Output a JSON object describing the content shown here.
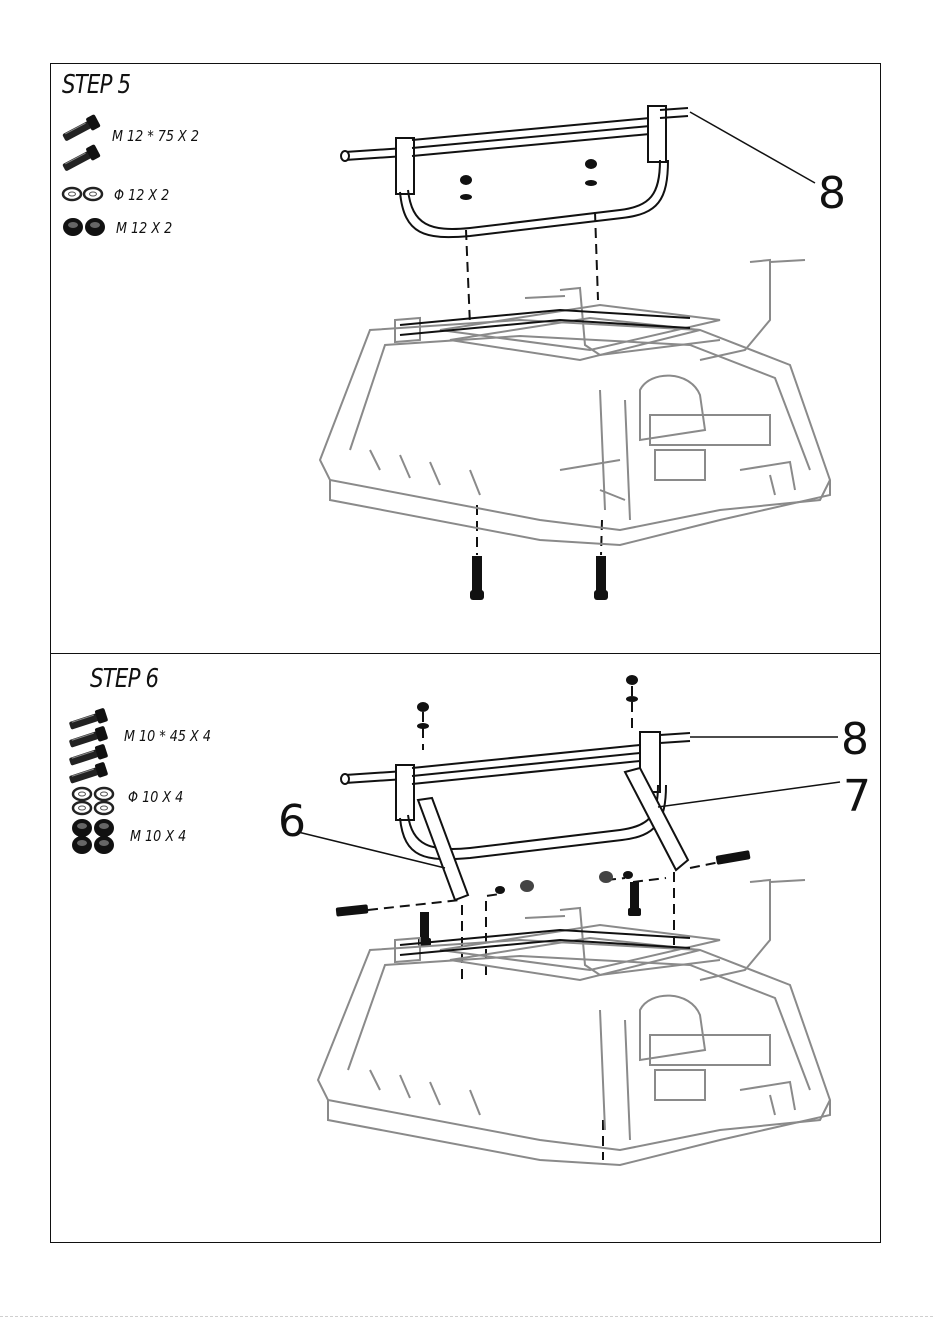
{
  "step5": {
    "title": "STEP 5",
    "parts": [
      {
        "icon": "bolt-icon",
        "label": "M 12 * 75  X  2"
      },
      {
        "icon": "washer-icon",
        "label": "Φ 12  X  2"
      },
      {
        "icon": "nut-icon",
        "label": "M 12  X  2"
      }
    ],
    "callout": "8"
  },
  "step6": {
    "title": "STEP 6",
    "parts": [
      {
        "icon": "bolt-icon",
        "label": "M 10 * 45 X 4"
      },
      {
        "icon": "washer-icon",
        "label": "Φ  10  X 4"
      },
      {
        "icon": "nut-icon",
        "label": "M 10  X  4"
      }
    ],
    "callouts": [
      "8",
      "7",
      "6"
    ]
  }
}
